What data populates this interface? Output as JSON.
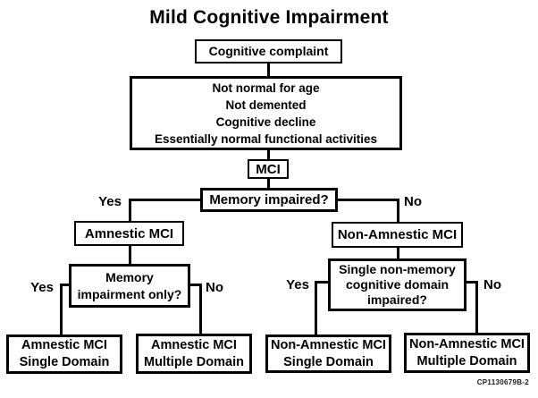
{
  "title": "Mild Cognitive Impairment",
  "figure_code": "CP1130679B-2",
  "colors": {
    "line": "#000000",
    "background": "#ffffff",
    "text": "#000000"
  },
  "nodes": {
    "cognitive_complaint": {
      "label": "Cognitive complaint"
    },
    "criteria": {
      "lines": [
        "Not normal for age",
        "Not demented",
        "Cognitive decline",
        "Essentially normal functional activities"
      ]
    },
    "mci": {
      "label": "MCI"
    },
    "memory_impaired": {
      "label": "Memory impaired?"
    },
    "amnestic_mci": {
      "label": "Amnestic MCI"
    },
    "non_amnestic_mci": {
      "label": "Non-Amnestic MCI"
    },
    "memory_impairment_only": {
      "lines": [
        "Memory",
        "impairment only?"
      ]
    },
    "single_non_memory": {
      "lines": [
        "Single non-memory",
        "cognitive domain",
        "impaired?"
      ]
    },
    "amnestic_single": {
      "lines": [
        "Amnestic MCI",
        "Single Domain"
      ]
    },
    "amnestic_multiple": {
      "lines": [
        "Amnestic MCI",
        "Multiple Domain"
      ]
    },
    "non_amnestic_single": {
      "lines": [
        "Non-Amnestic MCI",
        "Single Domain"
      ]
    },
    "non_amnestic_multiple": {
      "lines": [
        "Non-Amnestic MCI",
        "Multiple Domain"
      ]
    }
  },
  "branch_labels": {
    "memory_impaired_yes": "Yes",
    "memory_impaired_no": "No",
    "memory_only_yes": "Yes",
    "memory_only_no": "No",
    "single_non_memory_yes": "Yes",
    "single_non_memory_no": "No"
  }
}
